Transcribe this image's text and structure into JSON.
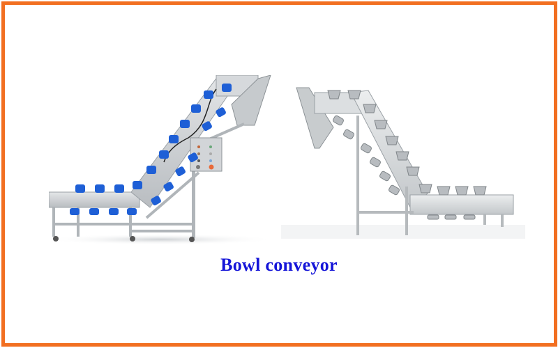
{
  "frame": {
    "border_color": "#F26F21",
    "background": "#FFFFFF"
  },
  "images": [
    {
      "subject": "Inclined bowl conveyor with blue plastic bowls and control box",
      "bowl_color": "#1E5FD6"
    },
    {
      "subject": "Inclined bowl conveyor with stainless steel bowls and discharge hopper",
      "bowl_color": "#B8BCC0"
    }
  ],
  "caption": {
    "text": "Bowl conveyor",
    "color": "#1515D8"
  }
}
